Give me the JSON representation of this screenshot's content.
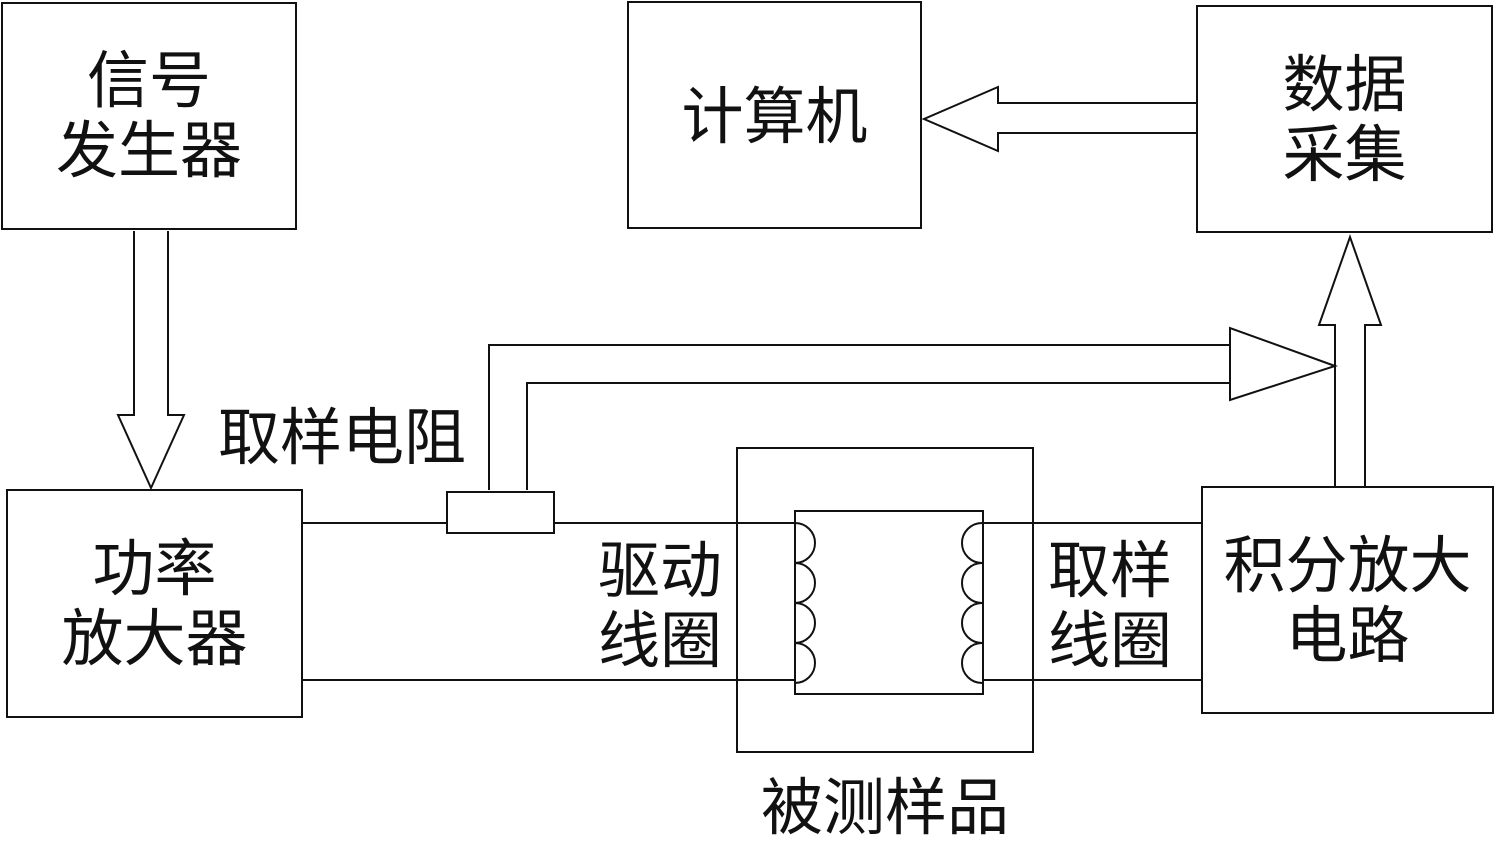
{
  "blocks": {
    "signal_generator": "信号\n发生器",
    "computer": "计算机",
    "data_acquisition": "数据\n采集",
    "power_amplifier": "功率\n放大器",
    "integrating_amplifier": "积分放大\n电路"
  },
  "labels": {
    "sampling_resistor": "取样电阻",
    "drive_coil": "驱动\n线圈",
    "sampling_coil": "取样\n线圈",
    "sample_under_test": "被测样品"
  },
  "colors": {
    "line": "#111111",
    "background": "#ffffff"
  }
}
